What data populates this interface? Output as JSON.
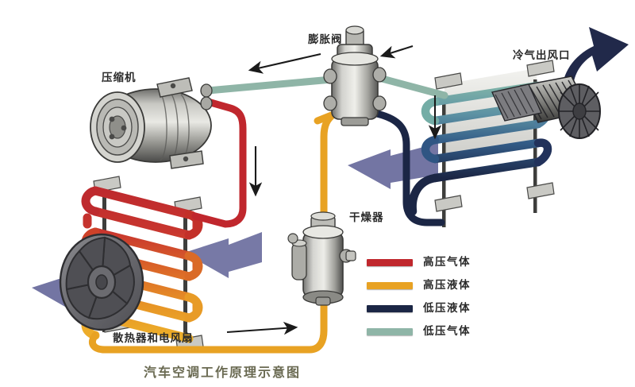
{
  "title": "汽车空调工作原理示意图",
  "colors": {
    "high_pressure_gas": "#C0272D",
    "high_pressure_liquid": "#E8A223",
    "low_pressure_liquid": "#1B2645",
    "low_pressure_gas": "#8FB5A7",
    "metal_light": "#E3E3E0",
    "metal_mid": "#9B9B97",
    "metal_dark": "#4C4C4C",
    "fan_gray": "#6E6E72",
    "airflow_purple": "#6B6E9E",
    "arrow_black": "#1A1A1A",
    "title_text": "#6A6A52",
    "label_text": "#2A2A2A",
    "evap_teal": "#63A39C",
    "evap_blue": "#3E6E96"
  },
  "labels": {
    "compressor": "压缩机",
    "expansion_valve": "膨胀阀",
    "cold_air_outlet": "冷气出风口",
    "dryer": "干燥器",
    "radiator_fan": "散热器和电风扇"
  },
  "legend": {
    "items": [
      {
        "label": "高压气体",
        "color": "#C0272D"
      },
      {
        "label": "高压液体",
        "color": "#E8A223"
      },
      {
        "label": "低压液体",
        "color": "#1B2645"
      },
      {
        "label": "低压气体",
        "color": "#8FB5A7"
      }
    ]
  }
}
